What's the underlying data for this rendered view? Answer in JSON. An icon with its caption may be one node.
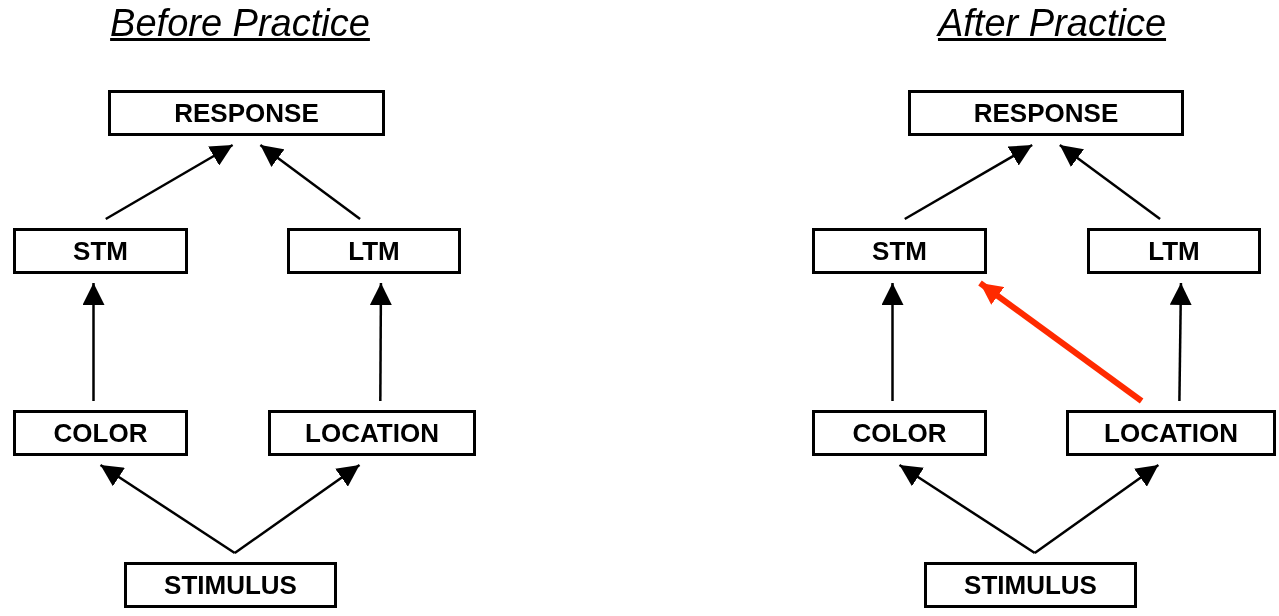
{
  "diagram": {
    "nodes": [
      {
        "text": [
          "RESPONSE"
        ]
      },
      {
        "text": [
          "STM"
        ]
      },
      {
        "text": [
          "LTM"
        ]
      },
      {
        "text": [
          "COLOR"
        ]
      },
      {
        "text": [
          "LOCATION"
        ]
      },
      {
        "text": [
          "STIMULUS"
        ]
      },
      {
        "text": [
          "RESPONSE"
        ]
      },
      {
        "text": [
          "STM"
        ]
      },
      {
        "text": [
          "LTM"
        ]
      },
      {
        "text": [
          "COLOR"
        ]
      },
      {
        "text": [
          "LOCATION"
        ]
      },
      {
        "text": [
          "STIMULUS"
        ]
      }
    ],
    "edges": [
      {
        "from": 1,
        "to": 0,
        "arrow": "to"
      },
      {
        "from": 2,
        "to": 0,
        "arrow": "to"
      },
      {
        "from": 3,
        "to": 1,
        "arrow": "to"
      },
      {
        "from": 4,
        "to": 2,
        "arrow": "to"
      },
      {
        "from": 5,
        "to": 3,
        "arrow": "to"
      },
      {
        "from": 5,
        "to": 4,
        "arrow": "to"
      },
      {
        "from": 7,
        "to": 6,
        "arrow": "to"
      },
      {
        "from": 8,
        "to": 6,
        "arrow": "to"
      },
      {
        "from": 9,
        "to": 7,
        "arrow": "to"
      },
      {
        "from": 10,
        "to": 8,
        "arrow": "to"
      },
      {
        "from": 10,
        "to": 7,
        "arrow": "to",
        "style": "thick",
        "color": "#ff2a00"
      },
      {
        "from": 11,
        "to": 9,
        "arrow": "to"
      },
      {
        "from": 11,
        "to": 10,
        "arrow": "to"
      }
    ],
    "labels": [
      "Before Practice",
      "After Practice"
    ]
  }
}
